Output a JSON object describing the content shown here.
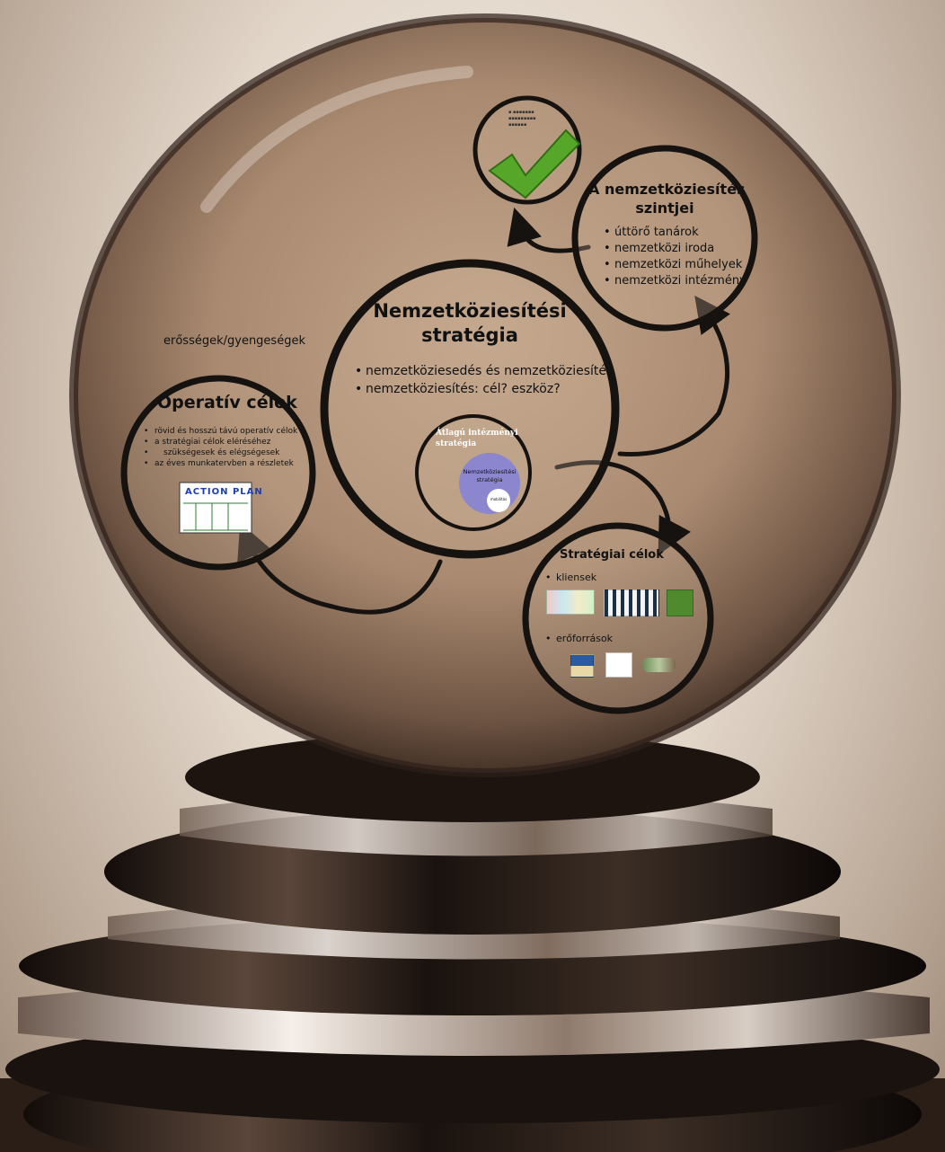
{
  "main_circle": {
    "title_line1": "Nemzetköziesítési",
    "title_line2": "stratégia",
    "bullets": [
      "nemzetköziesedés és nemzetköziesítés",
      "nemzetköziesítés: cél? eszköz?"
    ],
    "inner": {
      "title_line1": "Átlagú intézményi",
      "title_line2": "stratégia",
      "purple_line1": "Nemzetköziesítési",
      "purple_line2": "stratégia",
      "white_label": "mobilitás"
    }
  },
  "levels_circle": {
    "title_line1": "A nemzetköziesítés",
    "title_line2": "szintjei",
    "bullets": [
      "úttörő tanárok",
      "nemzetközi iroda",
      "nemzetközi műhelyek",
      "nemzetközi intézmény"
    ]
  },
  "operative_circle": {
    "label_above": "erősségek/gyengeségek",
    "title": "Operatív célok",
    "bullets": [
      "rövid és hosszú távú operatív célok",
      "a stratégiai célok eléréséhez",
      "szükségesek és elégségesek",
      "az éves munkatervben a részletek"
    ],
    "action_plan": "ACTION PLAN"
  },
  "strategic_circle": {
    "title": "Stratégiai célok",
    "items": [
      "kliensek",
      "erőforrások"
    ]
  },
  "check_circle": {
    "icon": "checkmark-icon"
  },
  "colors": {
    "ring": "#161210",
    "purple": "#8c86cf",
    "check_green": "#56a62a"
  }
}
